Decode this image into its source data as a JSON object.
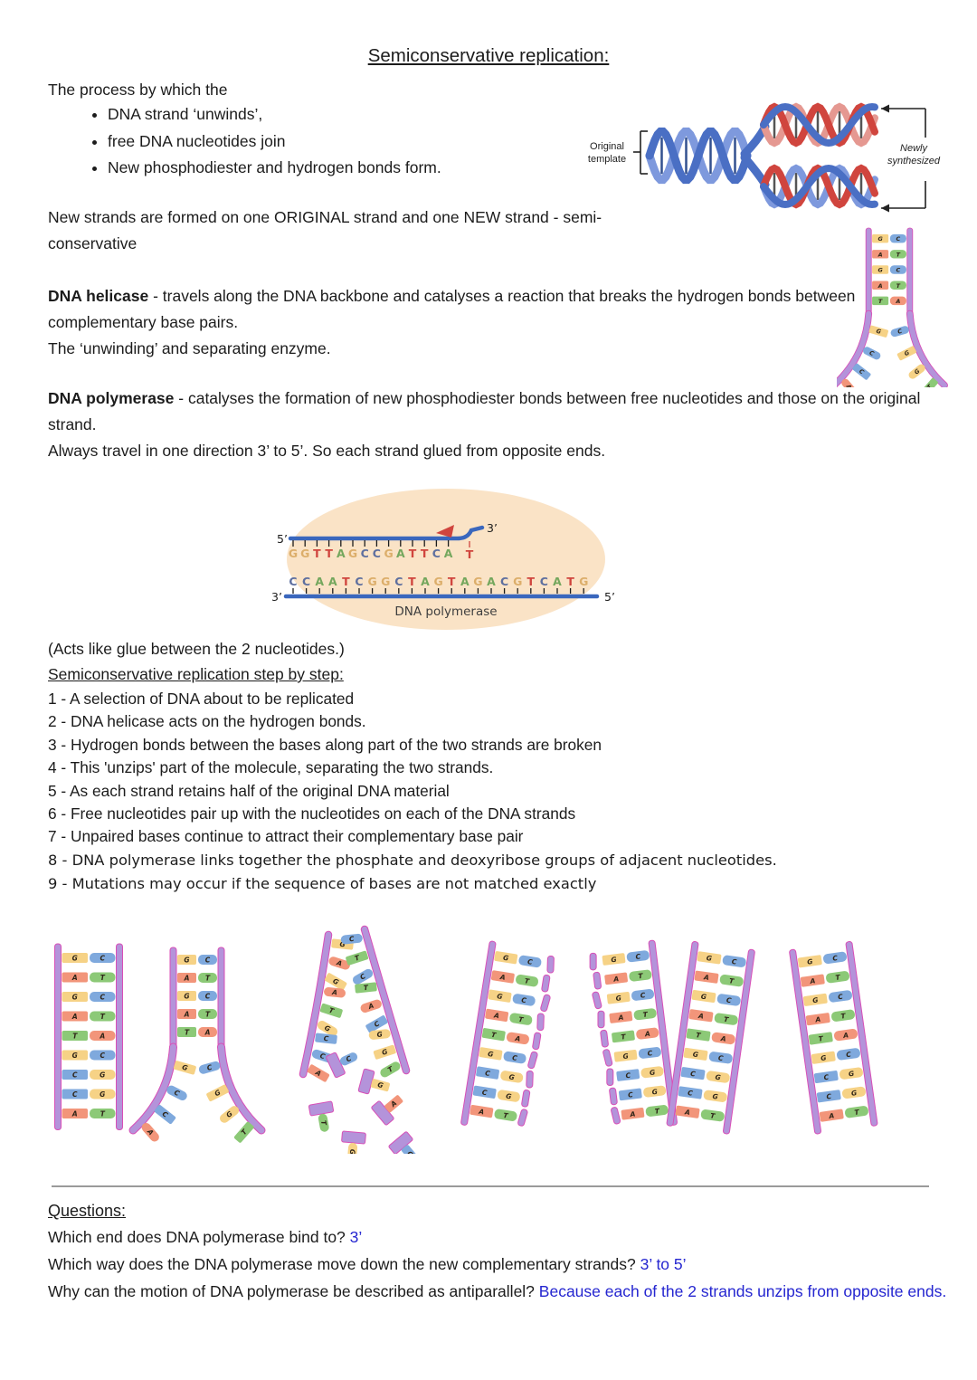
{
  "page": {
    "title": "Semiconservative replication:",
    "intro": "The process by which the",
    "bullets": [
      "DNA strand ‘unwinds’,",
      "free DNA nucleotides join",
      "New phosphodiester and hydrogen bonds form."
    ],
    "para_new_strands": "New strands are formed on one ORIGINAL strand and one NEW strand - semi-conservative",
    "helicase": {
      "term": "DNA helicase",
      "def": " - travels along the DNA backbone and catalyses a reaction that breaks the hydrogen bonds between complementary base pairs.",
      "line2": "The ‘unwinding’ and separating enzyme."
    },
    "polymerase": {
      "term": "DNA polymerase",
      "def": " - catalyses the formation of new phosphodiester bonds between free nucleotides and those on the original strand.",
      "line2": "Always travel in one direction 3’ to 5’. So each strand glued from opposite ends."
    },
    "acts_note": "(Acts like glue between the 2 nucleotides.)",
    "steps_title": "Semiconservative replication step by step:",
    "steps": [
      "1 - A selection of DNA about to be replicated",
      "2 - DNA helicase acts on the hydrogen bonds.",
      "3 - Hydrogen bonds between the bases along part of the two strands are broken",
      "4 - This 'unzips' part of the molecule, separating the two strands.",
      "5 - As each strand retains half of the original DNA material",
      "6 - Free nucleotides pair up with the nucleotides on each of the DNA strands",
      "7 - Unpaired bases continue to attract their complementary base pair",
      "8 - DNA polymerase links together the phosphate and deoxyribose groups of adjacent nucleotides.",
      "9 - Mutations may occur if the sequence of bases are not matched exactly"
    ],
    "questions": {
      "title": "Questions:",
      "items": [
        {
          "q": "Which end does DNA polymerase bind to? ",
          "a": "3’"
        },
        {
          "q": "Which way does the DNA polymerase move down the new complementary strands? ",
          "a": "3’ to 5’"
        },
        {
          "q": "Why can the motion of DNA polymerase be described as antiparallel? ",
          "a": "Because each of the 2 strands unzips from opposite ends."
        }
      ]
    }
  },
  "helix_diagram": {
    "label_left": "Original template",
    "label_right": "Newly synthesized",
    "template_color": "#4a6fc4",
    "template_light": "#7e99dd",
    "new_color": "#d0453e",
    "new_light": "#e59891"
  },
  "polymerase_diagram": {
    "top_label_5": "5’",
    "top_label_3": "3’",
    "bottom_label_3": "3’",
    "bottom_label_5": "5’",
    "top_sequence": "GGTTAGCCGATTCA",
    "incoming_base": "T",
    "bottom_sequence": "CCAATCGGCTAGTAGACGTCATG",
    "caption": "DNA polymerase",
    "letter_colors": {
      "G": "#dcae6a",
      "T": "#d0453e",
      "A": "#74a75d",
      "C": "#5e6f9f"
    },
    "strand_color": "#3a67bd",
    "enzyme_color": "#fae3c6"
  },
  "ladder_diagrams": {
    "pair_rows": [
      [
        "G",
        "C"
      ],
      [
        "A",
        "T"
      ],
      [
        "G",
        "C"
      ],
      [
        "A",
        "T"
      ],
      [
        "T",
        "A"
      ],
      [
        "G",
        "C"
      ],
      [
        "C",
        "G"
      ],
      [
        "C",
        "G"
      ],
      [
        "A",
        "T"
      ]
    ],
    "fork_left_bases": [
      "G",
      "C",
      "C",
      "A"
    ],
    "fork_right_bases": [
      "C",
      "G",
      "G",
      "T"
    ],
    "separated_left": [
      "G",
      "A",
      "G",
      "A",
      "T",
      "G",
      "C",
      "C",
      "A"
    ],
    "separated_right": [
      "C",
      "T",
      "C",
      "T",
      "A",
      "C",
      "G",
      "G",
      "T"
    ],
    "floating": [
      "C",
      "G",
      "T",
      "A",
      "G",
      "C"
    ],
    "base_colors": {
      "A": "#f2957a",
      "T": "#8cc977",
      "G": "#f6d286",
      "C": "#7fa9dd"
    },
    "rail_fill": "#b493da",
    "rail_stroke": "#d84fb7"
  }
}
